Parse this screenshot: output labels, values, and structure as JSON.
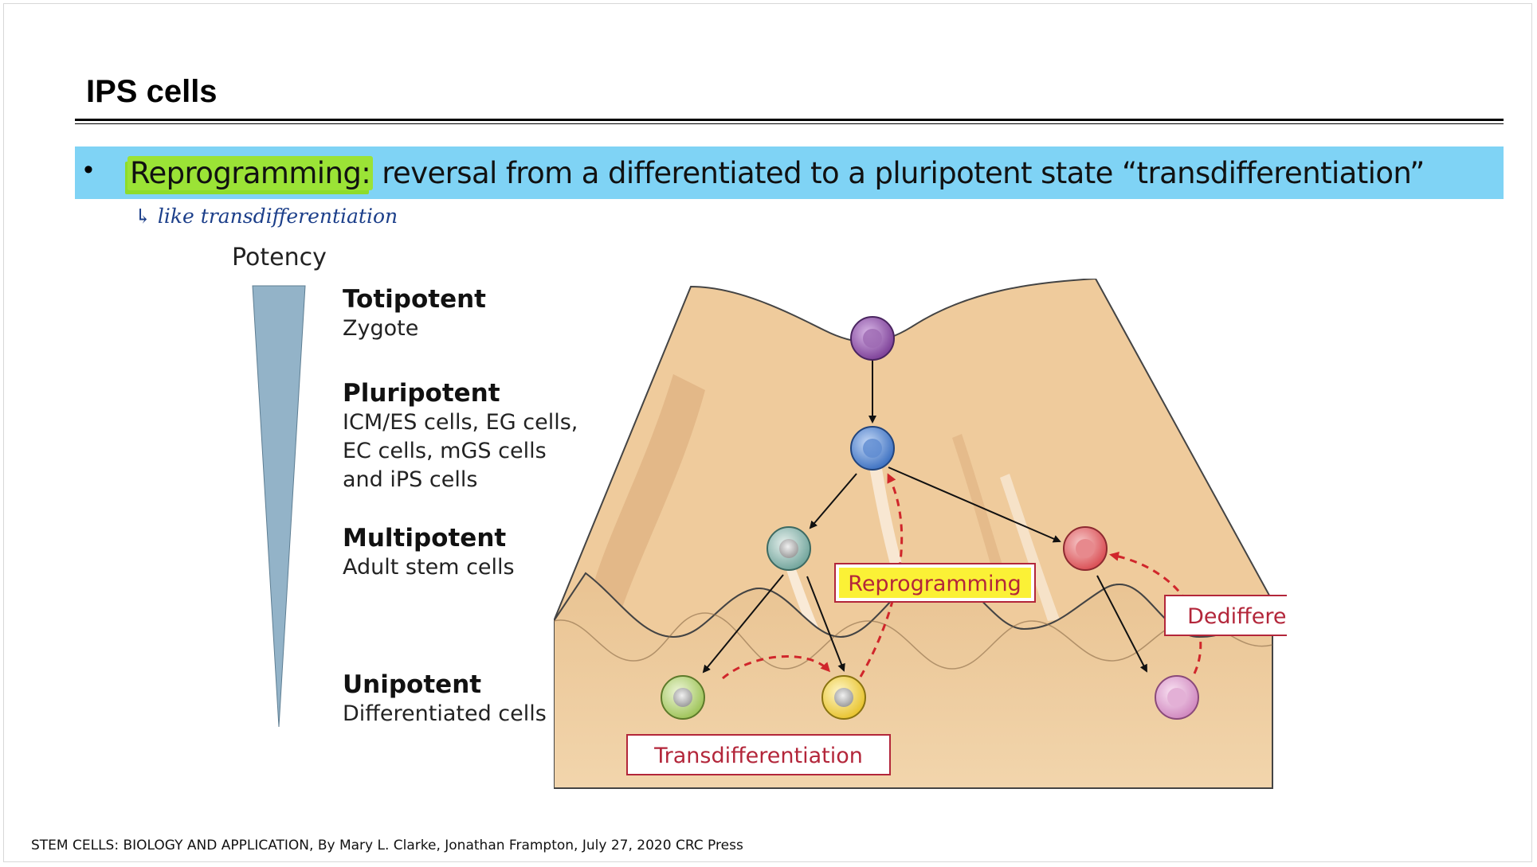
{
  "slide": {
    "title": "IPS cells",
    "bullet": {
      "symbol": "•",
      "highlight_term": "Reprogramming:",
      "rest": " reversal from a differentiated to a pluripotent state “transdifferentiation”"
    },
    "handwritten_note": "↳ like transdifferentiation",
    "caption": "STEM CELLS: BIOLOGY AND APPLICATION, By Mary L. Clarke, Jonathan Frampton, July 27, 2020 CRC Press"
  },
  "potency_scale": {
    "axis_label": "Potency",
    "levels": [
      {
        "name": "Totipotent",
        "desc": [
          "Zygote"
        ]
      },
      {
        "name": "Pluripotent",
        "desc": [
          "ICM/ES cells, EG cells,",
          "EC cells, mGS cells",
          "and iPS cells"
        ]
      },
      {
        "name": "Multipotent",
        "desc": [
          "Adult stem cells"
        ]
      },
      {
        "name": "Unipotent",
        "desc": [
          "Differentiated cells"
        ]
      }
    ]
  },
  "landscape": {
    "labels": {
      "reprogramming": "Reprogramming",
      "dedifferentiation": "Dedifferentiation",
      "transdifferentiation": "Transdifferentiation"
    },
    "colors": {
      "surface": "#efcb9c",
      "surface_dark": "#d9a978",
      "arrow_black": "#111111",
      "arrow_red": "#d0262b",
      "label_red": "#b3263a",
      "reprogramming_bg": "#fbf136",
      "potency_wedge": "#93b3c8"
    }
  }
}
